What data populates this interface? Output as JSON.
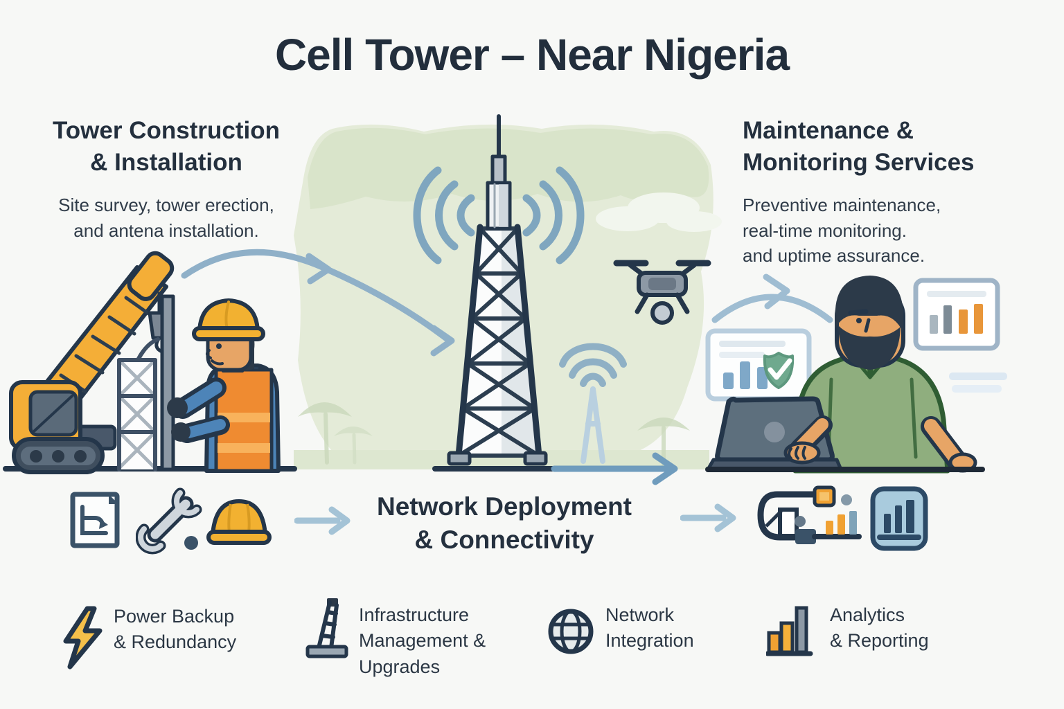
{
  "title": "Cell Tower – Near Nigeria",
  "sections": {
    "construction": {
      "heading": "Tower Construction\n& Installation",
      "description": "Site survey, tower erection,\nand antena installation."
    },
    "maintenance": {
      "heading": "Maintenance &\nMonitoring Services",
      "description": "Preventive maintenance,\nreal-time monitoring.\nand uptime assurance."
    },
    "deployment": {
      "heading": "Network Deployment\n& Connectivity"
    }
  },
  "features": [
    {
      "icon": "lightning-bolt-icon",
      "label": "Power Backup\n& Redundancy"
    },
    {
      "icon": "crane-tower-icon",
      "label": "Infrastructure\nManagement &\nUpgrades"
    },
    {
      "icon": "globe-icon",
      "label": "Network\nIntegration"
    },
    {
      "icon": "bar-chart-icon",
      "label": "Analytics\n& Reporting"
    }
  ],
  "flow_icons": {
    "construction_tools": [
      "blueprint-icon",
      "wrench-icon",
      "hard-hat-icon"
    ],
    "monitoring_tools": [
      "network-cable-icon",
      "analytics-tile-icon"
    ]
  },
  "scenes": {
    "left": "crane-and-worker-illustration",
    "center": "cell-tower-with-signals-illustration",
    "right": "technician-with-laptop-illustration"
  },
  "colors": {
    "background": "#f7f8f6",
    "ink_navy": "#24364a",
    "text_navy": "#24303e",
    "accent_yellow": "#f2b131",
    "accent_orange": "#ef8b31",
    "worker_blue": "#4d84b8",
    "shirt_green": "#8fae7e",
    "shield_green": "#6fa98e",
    "map_green": "#e4ebd8",
    "arrow_blue": "#8fb0c8",
    "signal_blue": "#7fa6bf"
  }
}
